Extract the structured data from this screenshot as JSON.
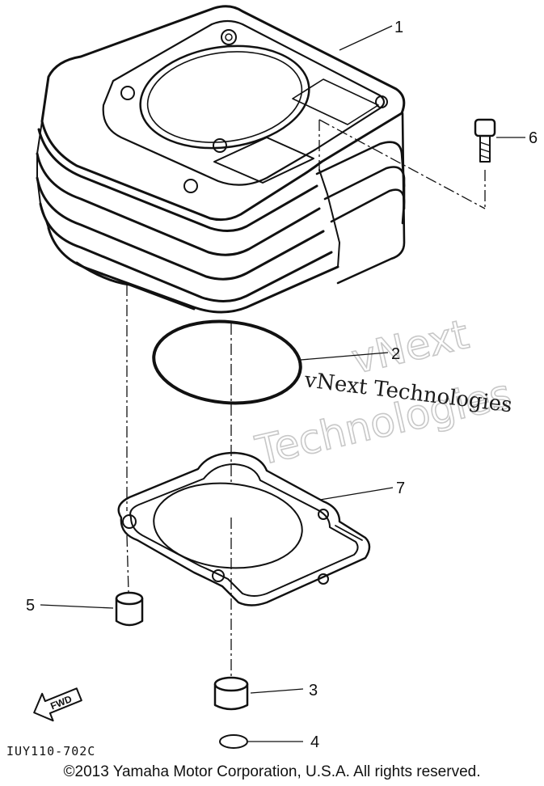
{
  "callouts": [
    {
      "id": "1",
      "label": "1",
      "part": "cylinder"
    },
    {
      "id": "2",
      "label": "2",
      "part": "o-ring-large"
    },
    {
      "id": "3",
      "label": "3",
      "part": "dowel-pin-front"
    },
    {
      "id": "4",
      "label": "4",
      "part": "o-ring-small"
    },
    {
      "id": "5",
      "label": "5",
      "part": "dowel-pin-rear"
    },
    {
      "id": "6",
      "label": "6",
      "part": "bolt"
    },
    {
      "id": "7",
      "label": "7",
      "part": "cylinder-gasket"
    }
  ],
  "direction_marker": {
    "label": "FWD"
  },
  "diagram_code": "IUY110-702C",
  "watermark": {
    "serif_text": "vNext Technologies",
    "outline_line1": "vNext",
    "outline_line2": "Technologies"
  },
  "copyright": "©2013 Yamaha Motor Corporation, U.S.A. All rights reserved.",
  "colors": {
    "ink": "#111111",
    "background": "#ffffff",
    "watermark_outline": "#c8c8c8"
  }
}
